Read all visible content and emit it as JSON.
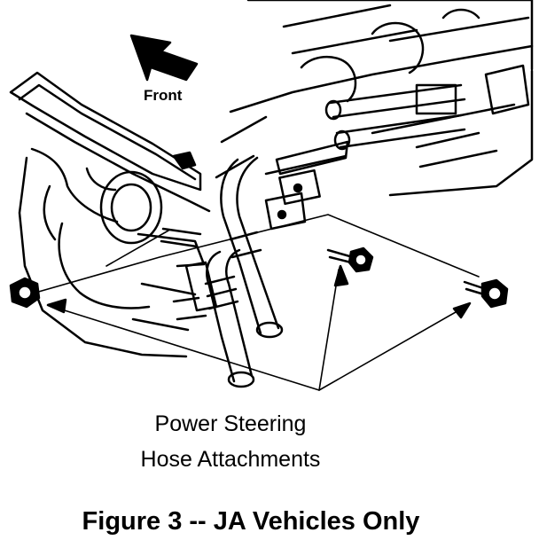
{
  "labels": {
    "direction": "Front",
    "callout_line1": "Power Steering",
    "callout_line2": "Hose Attachments"
  },
  "caption": "Figure 3 -- JA Vehicles Only"
}
